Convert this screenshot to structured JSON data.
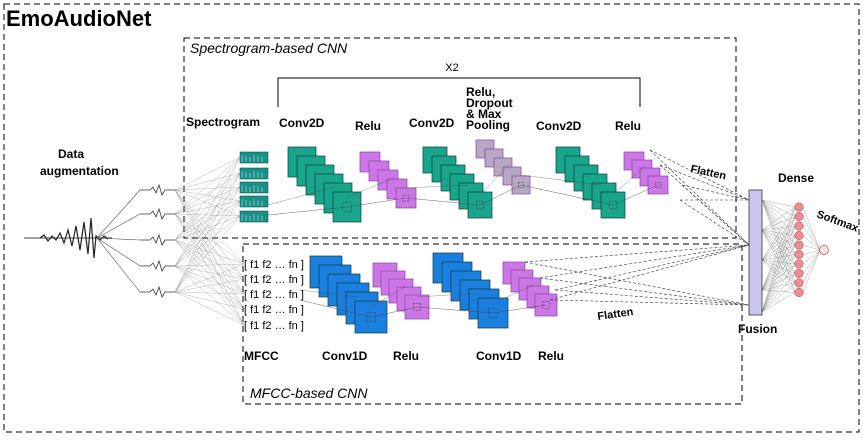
{
  "title": "EmoAudioNet",
  "input": {
    "label_line1": "Data",
    "label_line2": "augmentation"
  },
  "spectrogram_branch": {
    "box_title": "Spectrogram-based CNN",
    "repeat_label": "X2",
    "input_label": "Spectrogram",
    "layers": [
      "Conv2D",
      "Relu",
      "Conv2D"
    ],
    "pool_label_lines": [
      "Relu,",
      "Dropout",
      "& Max",
      "Pooling"
    ],
    "layers_after_pool": [
      "Conv2D",
      "Relu"
    ],
    "flatten_label": "Flatten"
  },
  "mfcc_branch": {
    "box_title": "MFCC-based CNN",
    "input_label": "MFCC",
    "feature_row": [
      "[",
      "f1",
      "f2",
      "…",
      "fn",
      "]"
    ],
    "layers": [
      "Conv1D",
      "Relu",
      "Conv1D",
      "Relu"
    ],
    "flatten_label": "Flatten"
  },
  "fusion_label": "Fusion",
  "dense_label": "Dense",
  "softmax_label": "Softmax",
  "colors": {
    "conv2d": "#19a58c",
    "conv1d": "#1b7fe0",
    "relu": "#cc77e6",
    "pool": "#b5a8c0",
    "spectrogram": "#1a8f8a",
    "fusion": "#c8c8ee",
    "dense_node": "#ee8e8e"
  }
}
